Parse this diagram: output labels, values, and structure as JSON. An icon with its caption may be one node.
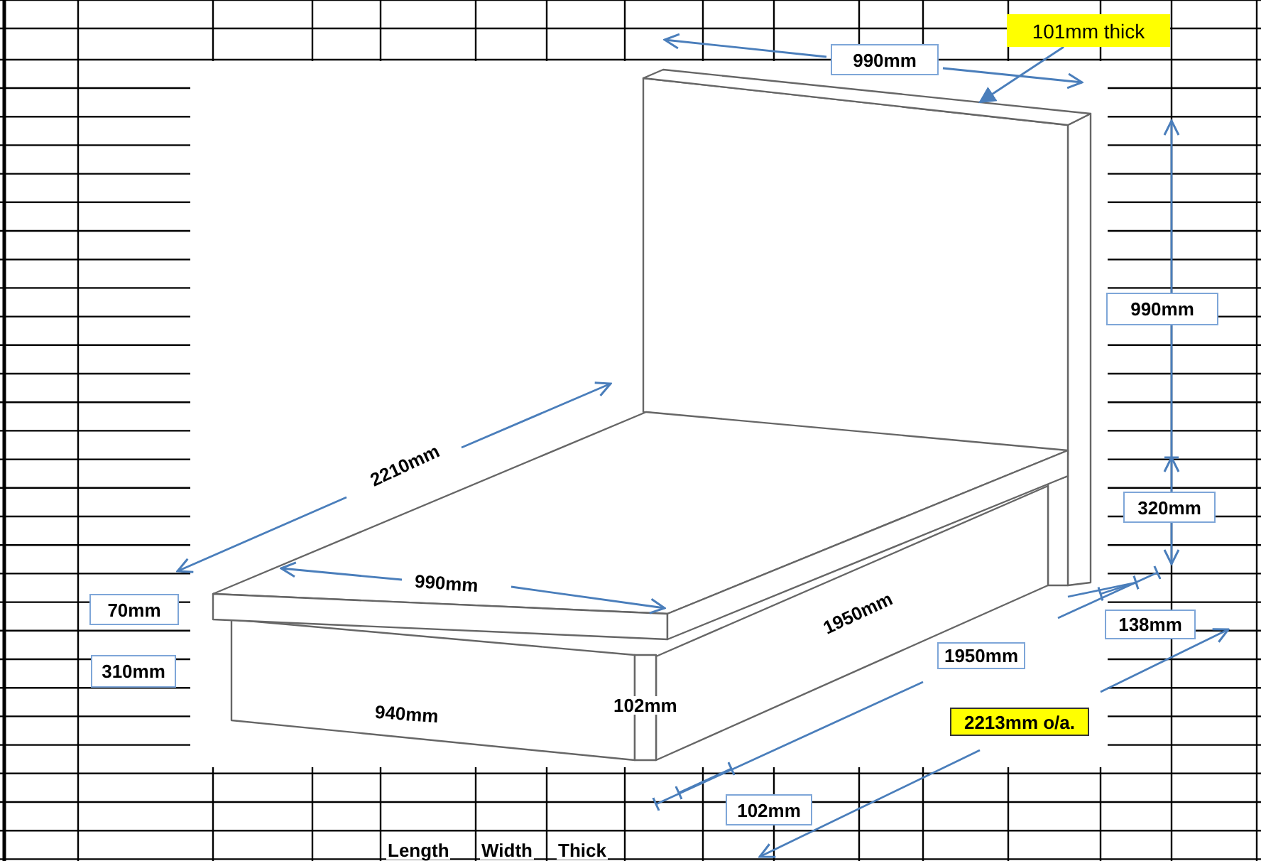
{
  "diagram": {
    "nodes": [
      {
        "text": [
          "101mm thick"
        ]
      },
      {
        "text": [
          "990mm"
        ]
      },
      {
        "text": [
          "990mm"
        ]
      },
      {
        "text": [
          "320mm"
        ]
      },
      {
        "text": [
          "70mm"
        ]
      },
      {
        "text": [
          "310mm"
        ]
      },
      {
        "text": [
          "138mm"
        ]
      },
      {
        "text": [
          "1950mm"
        ]
      },
      {
        "text": [
          "102mm"
        ]
      },
      {
        "text": [
          "2213mm o/a."
        ]
      },
      {
        "text": [],
        "shape": "picture"
      }
    ],
    "edges": [
      {
        "from": 0,
        "to": 10,
        "arrow": "to"
      }
    ],
    "labels": [
      "2210mm",
      "990mm",
      "1950mm",
      "940mm",
      "102mm",
      "Length",
      "Width",
      "Thick"
    ]
  }
}
